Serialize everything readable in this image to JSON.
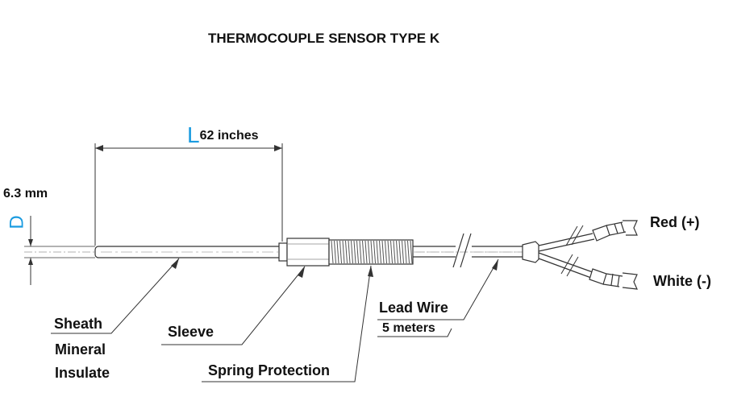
{
  "title": "THERMOCOUPLE SENSOR TYPE K",
  "dimensions": {
    "length_symbol": "L",
    "length_value": "62 inches",
    "diameter_symbol": "D",
    "diameter_value": "6.3 mm"
  },
  "labels": {
    "sheath": "Sheath",
    "mineral_line1": "Mineral",
    "mineral_line2": "Insulate",
    "sleeve": "Sleeve",
    "spring": "Spring Protection",
    "lead_wire": "Lead Wire",
    "lead_length": "5 meters",
    "red": "Red (+)",
    "white": "White (-)"
  },
  "colors": {
    "line": "#333333",
    "accent": "#1a9be0"
  }
}
